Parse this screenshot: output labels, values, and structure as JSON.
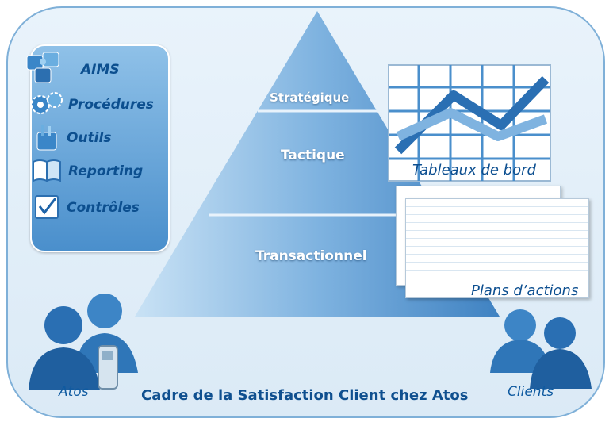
{
  "pyramid": {
    "levels": [
      {
        "label": "Stratégique"
      },
      {
        "label": "Tactique"
      },
      {
        "label": "Transactionnel"
      }
    ]
  },
  "sidebar": {
    "items": [
      {
        "label": "AIMS",
        "icon": "puzzle-icon"
      },
      {
        "label": "Procédures",
        "icon": "gears-icon"
      },
      {
        "label": "Outils",
        "icon": "toolbox-icon"
      },
      {
        "label": "Reporting",
        "icon": "book-icon"
      },
      {
        "label": "Contrôles",
        "icon": "checklist-icon"
      }
    ]
  },
  "tableaux_label": "Tableaux de bord",
  "plans_label": "Plans d’actions",
  "atos_label": "Atos",
  "clients_label": "Clients",
  "footer_title": "Cadre de la Satisfaction Client chez Atos",
  "colors": {
    "accent": "#1e63a8",
    "pyramid_light": "#a9d0f0",
    "pyramid_dark": "#3c7fc0"
  }
}
